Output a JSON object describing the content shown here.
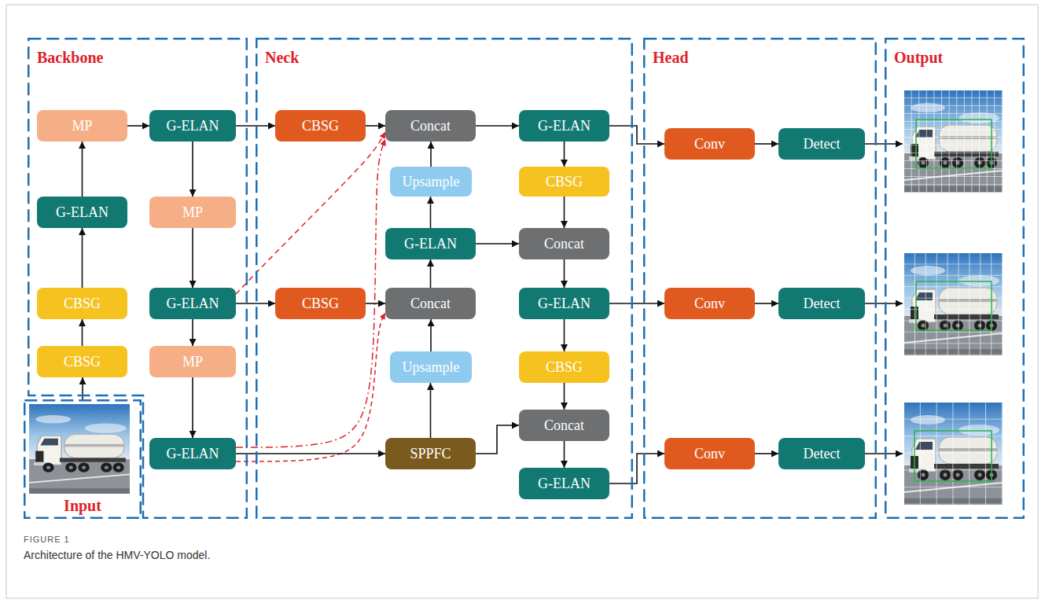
{
  "diagram": {
    "caption": "Architecture of the HMV-YOLO model.",
    "nodes": [
      {
        "text": [
          "Backbone"
        ]
      },
      {
        "text": [
          "MP"
        ],
        "in": 0
      },
      {
        "text": [
          "G-ELAN"
        ],
        "in": 0
      },
      {
        "text": [
          "G-ELAN"
        ],
        "in": 0
      },
      {
        "text": [
          "CBSG"
        ],
        "in": 0
      },
      {
        "text": [
          "CBSG"
        ],
        "in": 0
      },
      {
        "text": [
          "MP"
        ],
        "in": 0
      },
      {
        "text": [
          "G-ELAN"
        ],
        "in": 0
      },
      {
        "text": [
          "MP"
        ],
        "in": 0
      },
      {
        "text": [
          "G-ELAN"
        ],
        "in": 0
      },
      {
        "text": [
          "Input"
        ]
      },
      {
        "text": [
          "Neck"
        ]
      },
      {
        "text": [
          "CBSG"
        ],
        "in": 11
      },
      {
        "text": [
          "Concat"
        ],
        "in": 11
      },
      {
        "text": [
          "Upsample"
        ],
        "in": 11
      },
      {
        "text": [
          "G-ELAN"
        ],
        "in": 11
      },
      {
        "text": [
          "CBSG"
        ],
        "in": 11
      },
      {
        "text": [
          "Concat"
        ],
        "in": 11
      },
      {
        "text": [
          "Upsample"
        ],
        "in": 11
      },
      {
        "text": [
          "SPPFC"
        ],
        "in": 11
      },
      {
        "text": [
          "G-ELAN"
        ],
        "in": 11
      },
      {
        "text": [
          "CBSG"
        ],
        "in": 11
      },
      {
        "text": [
          "Concat"
        ],
        "in": 11
      },
      {
        "text": [
          "G-ELAN"
        ],
        "in": 11
      },
      {
        "text": [
          "CBSG"
        ],
        "in": 11
      },
      {
        "text": [
          "Concat"
        ],
        "in": 11
      },
      {
        "text": [
          "G-ELAN"
        ],
        "in": 11
      },
      {
        "text": [
          "Head"
        ]
      },
      {
        "text": [
          "Conv"
        ],
        "in": 27
      },
      {
        "text": [
          "Detect"
        ],
        "in": 27
      },
      {
        "text": [
          "Conv"
        ],
        "in": 27
      },
      {
        "text": [
          "Detect"
        ],
        "in": 27
      },
      {
        "text": [
          "Conv"
        ],
        "in": 27
      },
      {
        "text": [
          "Detect"
        ],
        "in": 27
      },
      {
        "text": [
          "Output"
        ]
      }
    ],
    "edges": [
      {
        "from": 10,
        "to": 5,
        "arrow": "to"
      },
      {
        "from": 5,
        "to": 4,
        "arrow": "to"
      },
      {
        "from": 4,
        "to": 3,
        "arrow": "to"
      },
      {
        "from": 3,
        "to": 1,
        "arrow": "to"
      },
      {
        "from": 1,
        "to": 2,
        "arrow": "to"
      },
      {
        "from": 2,
        "to": 6,
        "arrow": "to"
      },
      {
        "from": 6,
        "to": 7,
        "arrow": "to"
      },
      {
        "from": 7,
        "to": 8,
        "arrow": "to"
      },
      {
        "from": 8,
        "to": 9,
        "arrow": "to"
      },
      {
        "from": 2,
        "to": 12,
        "arrow": "to"
      },
      {
        "from": 7,
        "to": 16,
        "arrow": "to"
      },
      {
        "from": 7,
        "to": 13,
        "arrow": "to"
      },
      {
        "from": 9,
        "to": 13,
        "arrow": "to"
      },
      {
        "from": 9,
        "to": 17,
        "arrow": "to"
      },
      {
        "from": 9,
        "to": 19,
        "arrow": "to"
      },
      {
        "from": 12,
        "to": 13,
        "arrow": "to"
      },
      {
        "from": 16,
        "to": 17,
        "arrow": "to"
      },
      {
        "from": 14,
        "to": 13,
        "arrow": "to"
      },
      {
        "from": 15,
        "to": 14,
        "arrow": "to"
      },
      {
        "from": 17,
        "to": 15,
        "arrow": "to"
      },
      {
        "from": 18,
        "to": 17,
        "arrow": "to"
      },
      {
        "from": 19,
        "to": 18,
        "arrow": "to"
      },
      {
        "from": 13,
        "to": 20,
        "arrow": "to"
      },
      {
        "from": 15,
        "to": 22,
        "arrow": "to"
      },
      {
        "from": 19,
        "to": 25,
        "arrow": "to"
      },
      {
        "from": 20,
        "to": 21,
        "arrow": "to"
      },
      {
        "from": 21,
        "to": 22,
        "arrow": "to"
      },
      {
        "from": 22,
        "to": 23,
        "arrow": "to"
      },
      {
        "from": 23,
        "to": 24,
        "arrow": "to"
      },
      {
        "from": 24,
        "to": 25,
        "arrow": "to"
      },
      {
        "from": 25,
        "to": 26,
        "arrow": "to"
      },
      {
        "from": 20,
        "to": 28,
        "arrow": "to"
      },
      {
        "from": 23,
        "to": 30,
        "arrow": "to"
      },
      {
        "from": 26,
        "to": 32,
        "arrow": "to"
      },
      {
        "from": 28,
        "to": 29,
        "arrow": "to"
      },
      {
        "from": 30,
        "to": 31,
        "arrow": "to"
      },
      {
        "from": 32,
        "to": 33,
        "arrow": "to"
      }
    ],
    "labels": [
      "FIGURE 1"
    ]
  }
}
